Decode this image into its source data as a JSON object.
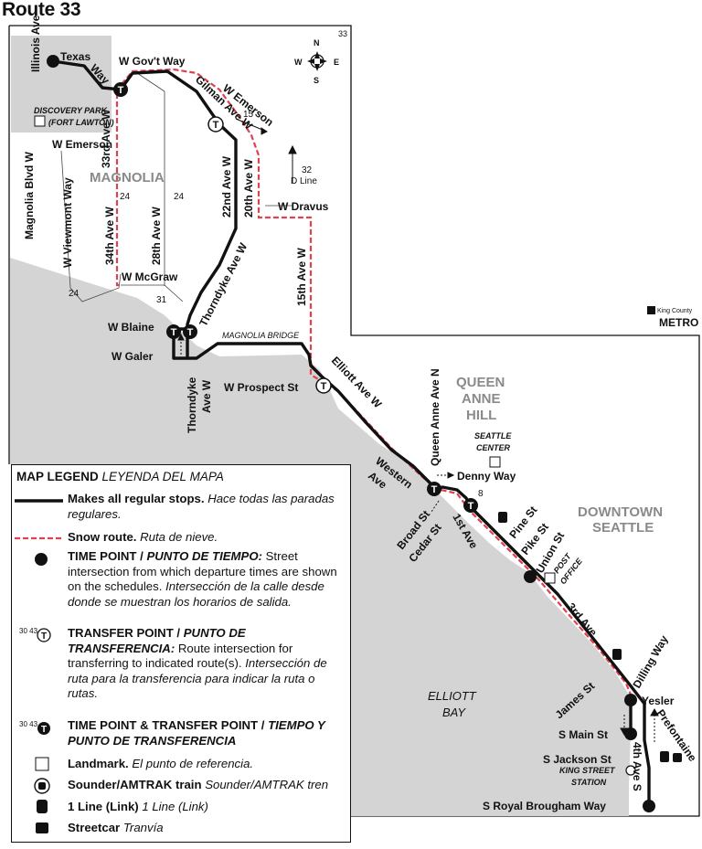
{
  "title": "Route 33",
  "page_number": "33",
  "compass": {
    "n": "N",
    "s": "S",
    "e": "E",
    "w": "W"
  },
  "agency": {
    "line1": "King County",
    "line2": "METRO"
  },
  "areas": {
    "magnolia": "MAGNOLIA",
    "queen_anne_1": "QUEEN",
    "queen_anne_2": "ANNE",
    "queen_anne_3": "HILL",
    "downtown_1": "DOWNTOWN",
    "downtown_2": "SEATTLE",
    "elliott_1": "ELLIOTT",
    "elliott_2": "BAY"
  },
  "landmarks": {
    "discovery_1": "DISCOVERY PARK",
    "discovery_2": "(FORT LAWTON)",
    "seattle_center_1": "SEATTLE",
    "seattle_center_2": "CENTER",
    "post_office_1": "POST",
    "post_office_2": "OFFICE",
    "king_street_1": "KING STREET",
    "king_street_2": "STATION",
    "magnolia_bridge": "MAGNOLIA BRIDGE"
  },
  "streets": {
    "illinois": "Illinois Ave",
    "texas_1": "Texas",
    "texas_2": "Way",
    "gov_way": "W Gov't Way",
    "emerson_e": "W Emerson",
    "emerson_w": "W Emerson",
    "gilman": "Gilman Ave W",
    "ave33": "33rd Ave W",
    "magnolia_blvd": "Magnolia Blvd W",
    "viewmont": "W Viewmont Way",
    "ave34": "34th Ave W",
    "ave28": "28th Ave W",
    "ave22": "22nd Ave W",
    "ave20": "20th Ave W",
    "dravus": "W Dravus",
    "ave15": "15th Ave W",
    "mcgraw": "W McGraw",
    "blaine": "W Blaine",
    "galer": "W Galer",
    "thorndyke_1": "Thorndyke",
    "thorndyke_2": "Ave W",
    "thorndyke_n": "Thorndyke Ave W",
    "prospect": "W Prospect St",
    "elliott": "Elliott Ave W",
    "western_1": "Western",
    "western_2": "Ave",
    "queen_anne": "Queen Anne Ave N",
    "denny": "Denny Way",
    "broad": "Broad St",
    "cedar": "Cedar St",
    "first": "1st Ave",
    "pine": "Pine St",
    "pike": "Pike St",
    "union": "Union St",
    "third": "3rd Ave",
    "dilling": "Dilling Way",
    "james": "James St",
    "yesler": "Yesler",
    "prefontaine": "Prefontaine",
    "main": "S Main St",
    "jackson": "S Jackson St",
    "fourth": "4th Ave S",
    "royal": "S Royal Brougham Way"
  },
  "route_numbers": {
    "r24a": "24",
    "r24b": "24",
    "r24c": "24",
    "r31": "31",
    "r32": "32",
    "dline": "D Line",
    "r15": "15",
    "r8": "8"
  },
  "legend": {
    "head_bold": "MAP LEGEND",
    "head_it": "LEYENDA DEL MAPA",
    "regular_bold": "Makes all regular stops.",
    "regular_it": "Hace todas las paradas regulares.",
    "snow_bold": "Snow route.",
    "snow_it": "Ruta de nieve.",
    "time_bold": "TIME POINT / ",
    "time_bold_it": "PUNTO DE TIEMPO:",
    "time_text": "Street intersection from which departure times are shown on the schedules.",
    "time_it": "Intersección de la calle desde donde se muestran los horarios de salida.",
    "transfer_nums": "30 43",
    "transfer_bold": "TRANSFER POINT / ",
    "transfer_bold_it": "PUNTO DE TRANSFERENCIA:",
    "transfer_text": "Route intersection for transferring to indicated route(s).",
    "transfer_it": "Intersección de ruta para la transferencia para indicar la ruta o rutas.",
    "tt_nums": "30 43",
    "tt_bold": "TIME POINT & TRANSFER POINT / ",
    "tt_bold_it": "TIEMPO Y PUNTO DE TRANSFERENCIA",
    "landmark_bold": "Landmark.",
    "landmark_it": "El punto de referencia.",
    "sounder_bold": "Sounder/AMTRAK train",
    "sounder_it": "Sounder/AMTRAK tren",
    "link_bold": "1 Line (Link)",
    "link_it": "1 Line (Link)",
    "streetcar_bold": "Streetcar",
    "streetcar_it": "Tranvía"
  },
  "colors": {
    "route": "#111111",
    "snow": "#e0404f",
    "water": "#d3d3d3",
    "park": "#d3d3d3"
  }
}
